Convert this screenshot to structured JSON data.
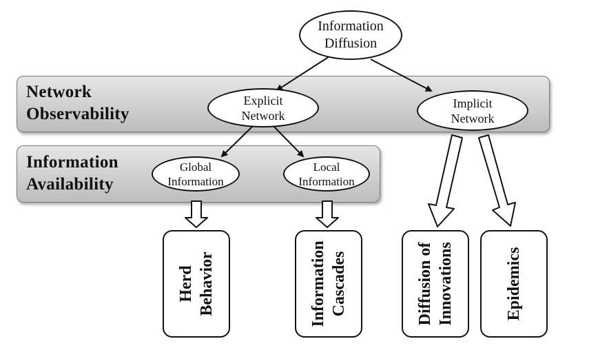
{
  "bands": {
    "network_observability": "Network\nObservability",
    "information_availability": "Information\nAvailability"
  },
  "nodes": {
    "root": "Information\nDiffusion",
    "explicit": "Explicit\nNetwork",
    "implicit": "Implicit\nNetwork",
    "global": "Global\nInformation",
    "local": "Local\nInformation"
  },
  "leaves": {
    "herd": "Herd\nBehavior",
    "cascades": "Information\nCascades",
    "innovations": "Diffusion of\nInnovations",
    "epidemics": "Epidemics"
  }
}
